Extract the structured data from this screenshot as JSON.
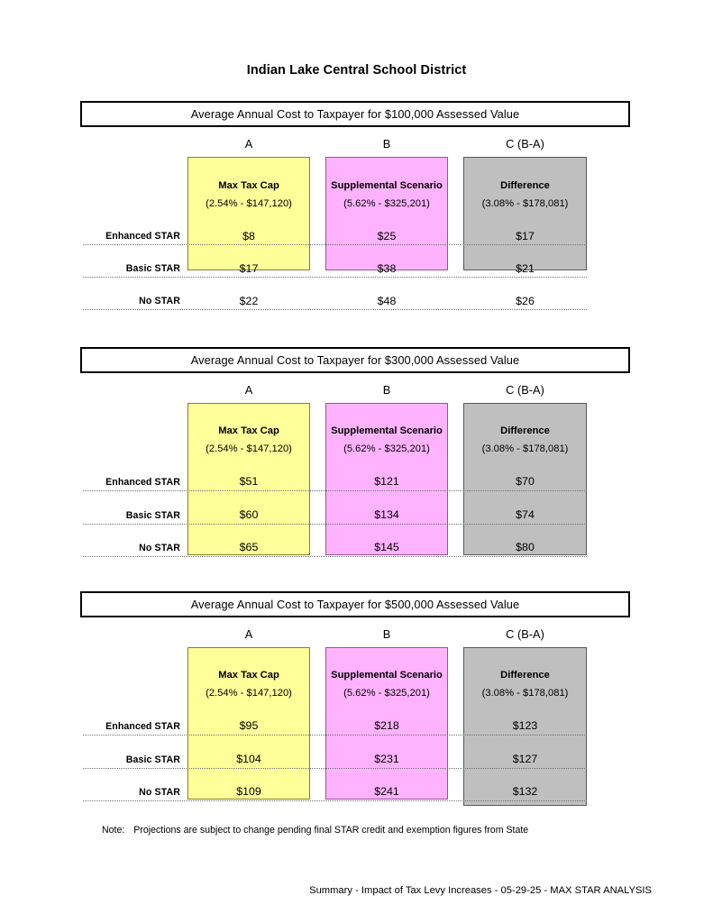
{
  "document": {
    "title": "Indian Lake Central School District",
    "note_label": "Note:",
    "note_text": "Projections are subject to change pending final STAR credit and exemption figures from State",
    "footer": "Summary - Impact of Tax Levy Increases - 05-29-25 - MAX STAR ANALYSIS"
  },
  "colors": {
    "column_a_fill": "#FFFF99",
    "column_a_border": "#808033",
    "column_b_fill": "#FFB3FF",
    "column_b_border": "#99548F",
    "column_c_fill": "#BFBFBF",
    "column_c_border": "#595959",
    "rule": "#6F6F7A",
    "banner_border": "#000000"
  },
  "column_letters": {
    "a": "A",
    "b": "B",
    "c": "C (B-A)"
  },
  "columns": [
    {
      "key": "a",
      "name": "Max Tax Cap",
      "sub": "(2.54% - $147,120)"
    },
    {
      "key": "b",
      "name": "Supplemental Scenario",
      "sub": "(5.62% - $325,201)"
    },
    {
      "key": "c",
      "name": "Difference",
      "sub": "(3.08% - $178,081)"
    }
  ],
  "row_labels": [
    "Enhanced STAR",
    "Basic STAR",
    "No STAR"
  ],
  "sections": [
    {
      "banner": "Average Annual Cost to Taxpayer for $100,000 Assessed Value",
      "rows": [
        {
          "label": "Enhanced STAR",
          "a": "$8",
          "b": "$25",
          "c": "$17"
        },
        {
          "label": "Basic STAR",
          "a": "$17",
          "b": "$38",
          "c": "$21"
        },
        {
          "label": "No STAR",
          "a": "$22",
          "b": "$48",
          "c": "$26"
        }
      ]
    },
    {
      "banner": "Average Annual Cost to Taxpayer for $300,000 Assessed Value",
      "rows": [
        {
          "label": "Enhanced STAR",
          "a": "$51",
          "b": "$121",
          "c": "$70"
        },
        {
          "label": "Basic STAR",
          "a": "$60",
          "b": "$134",
          "c": "$74"
        },
        {
          "label": "No STAR",
          "a": "$65",
          "b": "$145",
          "c": "$80"
        }
      ]
    },
    {
      "banner": "Average Annual Cost to Taxpayer for $500,000 Assessed Value",
      "rows": [
        {
          "label": "Enhanced STAR",
          "a": "$95",
          "b": "$218",
          "c": "$123"
        },
        {
          "label": "Basic STAR",
          "a": "$104",
          "b": "$231",
          "c": "$127"
        },
        {
          "label": "No STAR",
          "a": "$109",
          "b": "$241",
          "c": "$132"
        }
      ]
    }
  ],
  "chart_data": {
    "type": "table",
    "title": "Indian Lake Central School District",
    "categories": [
      "Enhanced STAR",
      "Basic STAR",
      "No STAR"
    ],
    "grid": false,
    "legend": "none",
    "tables": [
      {
        "title": "Average Annual Cost to Taxpayer for $100,000 Assessed Value",
        "columns": [
          "A - Max Tax Cap (2.54% - $147,120)",
          "B - Supplemental Scenario (5.62% - $325,201)",
          "C (B-A) - Difference (3.08% - $178,081)"
        ],
        "series": [
          {
            "name": "Max Tax Cap",
            "values": [
              8,
              17,
              22
            ]
          },
          {
            "name": "Supplemental Scenario",
            "values": [
              25,
              38,
              48
            ]
          },
          {
            "name": "Difference",
            "values": [
              17,
              21,
              26
            ]
          }
        ]
      },
      {
        "title": "Average Annual Cost to Taxpayer for $300,000 Assessed Value",
        "columns": [
          "A - Max Tax Cap (2.54% - $147,120)",
          "B - Supplemental Scenario (5.62% - $325,201)",
          "C (B-A) - Difference (3.08% - $178,081)"
        ],
        "series": [
          {
            "name": "Max Tax Cap",
            "values": [
              51,
              60,
              65
            ]
          },
          {
            "name": "Supplemental Scenario",
            "values": [
              121,
              134,
              145
            ]
          },
          {
            "name": "Difference",
            "values": [
              70,
              74,
              80
            ]
          }
        ]
      },
      {
        "title": "Average Annual Cost to Taxpayer for $500,000 Assessed Value",
        "columns": [
          "A - Max Tax Cap (2.54% - $147,120)",
          "B - Supplemental Scenario (5.62% - $325,201)",
          "C (B-A) - Difference (3.08% - $178,081)"
        ],
        "series": [
          {
            "name": "Max Tax Cap",
            "values": [
              95,
              104,
              109
            ]
          },
          {
            "name": "Supplemental Scenario",
            "values": [
              218,
              231,
              241
            ]
          },
          {
            "name": "Difference",
            "values": [
              123,
              127,
              132
            ]
          }
        ]
      }
    ]
  }
}
